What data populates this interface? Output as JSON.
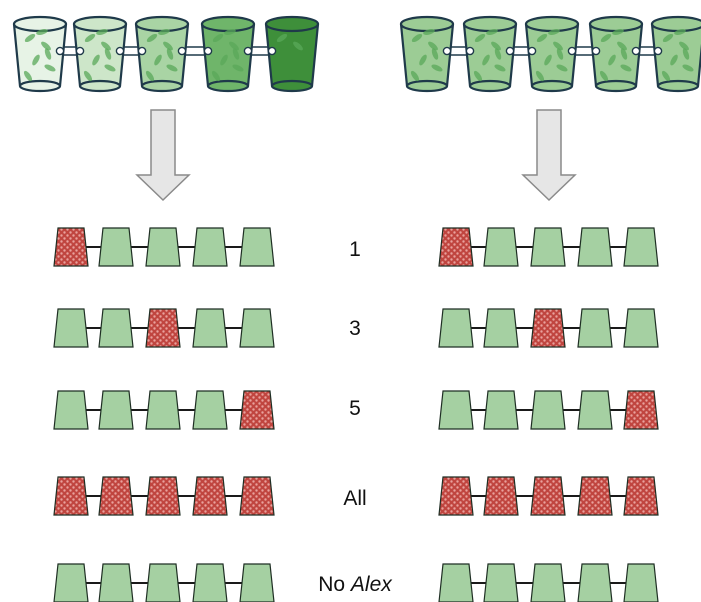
{
  "colors": {
    "cup_light": "#a5d0a2",
    "cup_stroke": "#1f2f24",
    "connector": "#1a1a1a",
    "treated_red": "#c0453f",
    "treated_dot": "#e9a19c",
    "arrow_fill": "#e6e6e6",
    "arrow_stroke": "#8a8a8a",
    "chamber_outline": "#1f3a4a",
    "leaf": "#5aa85a"
  },
  "top_chambers": {
    "left": {
      "shades": [
        "#e7f3e6",
        "#cde6c9",
        "#a9d4a4",
        "#6fb56a",
        "#3e8f3a"
      ]
    },
    "right": {
      "shades": [
        "#9ccc95",
        "#9ccc95",
        "#9ccc95",
        "#9ccc95",
        "#9ccc95"
      ]
    }
  },
  "rows": [
    {
      "label": "1",
      "treated_positions": [
        1
      ]
    },
    {
      "label": "3",
      "treated_positions": [
        3
      ]
    },
    {
      "label": "5",
      "treated_positions": [
        5
      ]
    },
    {
      "label": "All",
      "treated_positions": [
        1,
        2,
        3,
        4,
        5
      ]
    },
    {
      "label_prefix": "No ",
      "label_emph": "Alex",
      "treated_positions": []
    }
  ]
}
